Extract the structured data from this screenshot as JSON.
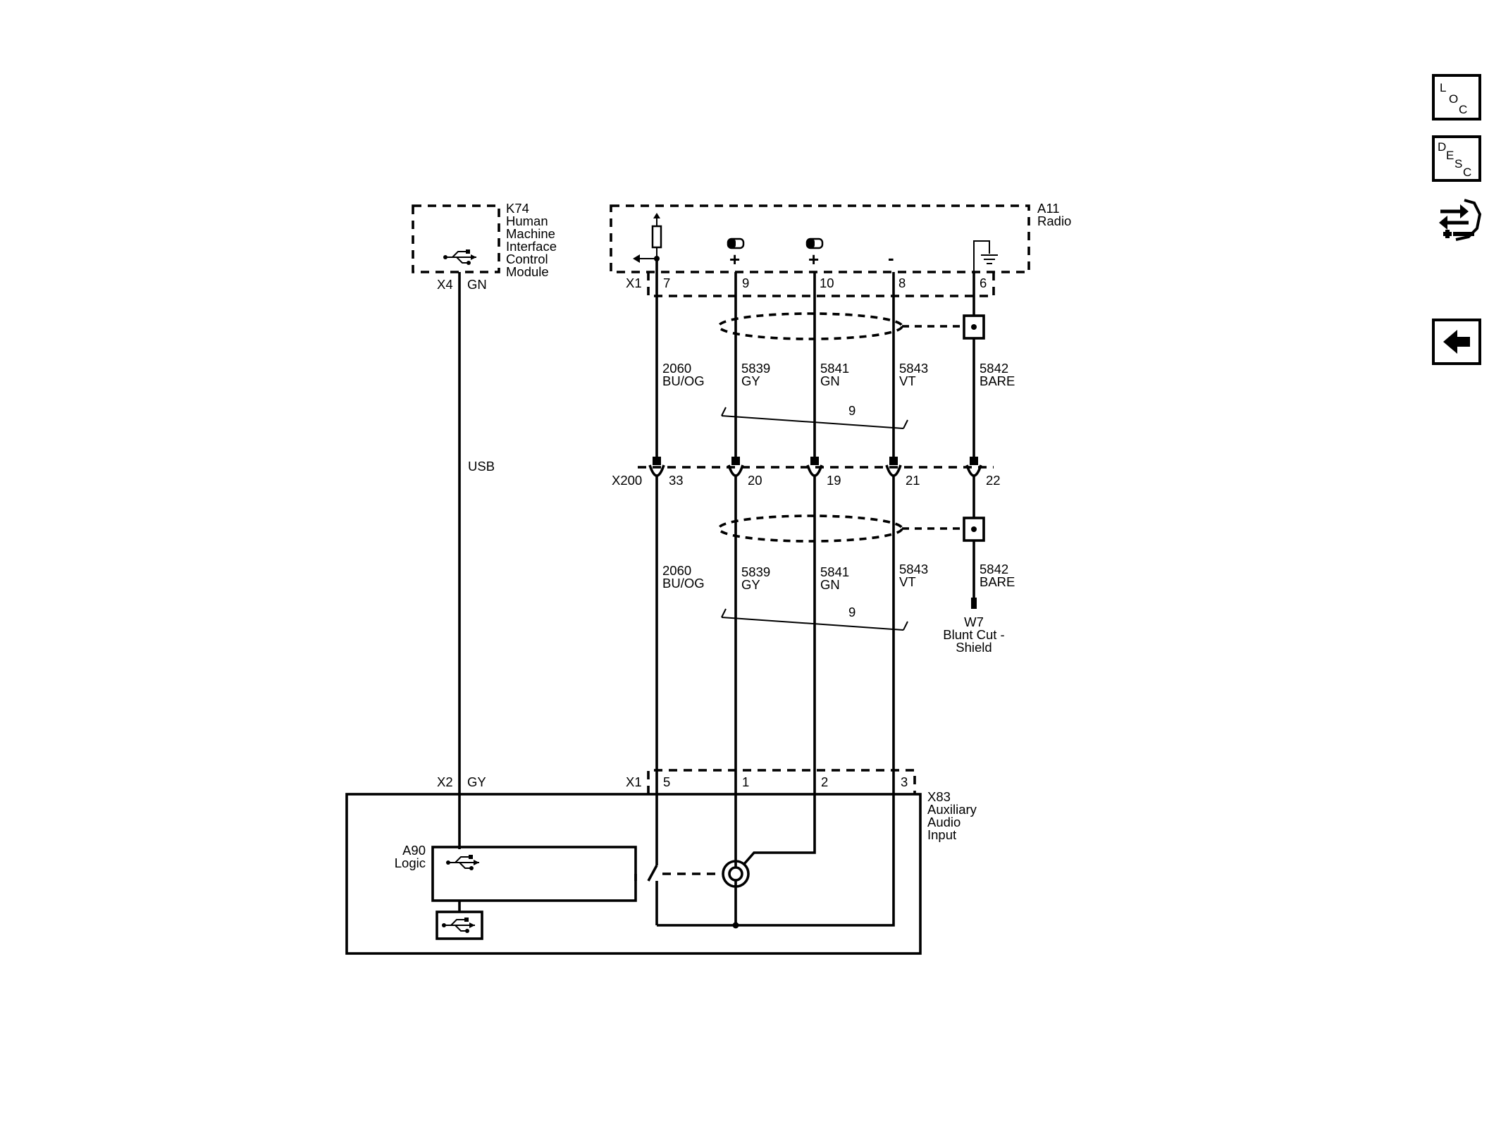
{
  "modules": {
    "k74": {
      "lines": [
        "K74",
        "Human",
        "Machine",
        "Interface",
        "Control",
        "Module"
      ]
    },
    "a11": {
      "lines": [
        "A11",
        "Radio"
      ]
    },
    "x83": {
      "lines": [
        "X83",
        "Auxiliary",
        "Audio",
        "Input"
      ]
    },
    "a90": {
      "lines": [
        "A90",
        "Logic"
      ]
    }
  },
  "connectors": {
    "k74_connector": "X4",
    "k74_wire_color": "GN",
    "a11_connector": "X1",
    "a11_pins": [
      "7",
      "9",
      "10",
      "8",
      "6"
    ],
    "inline_connector": "X200",
    "inline_pins": [
      "33",
      "20",
      "19",
      "21",
      "22"
    ],
    "x83_connector": "X1",
    "x83_pins": [
      "5",
      "1",
      "2",
      "3"
    ],
    "x83_usb_connector": "X2",
    "x83_usb_wire_color": "GY"
  },
  "usb_label": "USB",
  "circuits_upper": [
    {
      "number": "2060",
      "color": "BU/OG"
    },
    {
      "number": "5839",
      "color": "GY"
    },
    {
      "number": "5841",
      "color": "GN"
    },
    {
      "number": "5843",
      "color": "VT"
    },
    {
      "number": "5842",
      "color": "BARE"
    }
  ],
  "circuits_lower": [
    {
      "number": "2060",
      "color": "BU/OG"
    },
    {
      "number": "5839",
      "color": "GY"
    },
    {
      "number": "5841",
      "color": "GN"
    },
    {
      "number": "5843",
      "color": "VT"
    },
    {
      "number": "5842",
      "color": "BARE"
    }
  ],
  "twist_label_upper": "9",
  "twist_label_lower": "9",
  "ground": {
    "lines": [
      "W7",
      "Blunt Cut -",
      "Shield"
    ]
  },
  "a11_symbols": {
    "plus_1": "+",
    "plus_2": "+",
    "minus": "-"
  },
  "nav": {
    "loc": [
      "L",
      "O",
      "C"
    ],
    "desc": [
      "D",
      "E",
      "S",
      "C"
    ],
    "icons": [
      "signal-flow-icon",
      "back-arrow-icon"
    ]
  }
}
